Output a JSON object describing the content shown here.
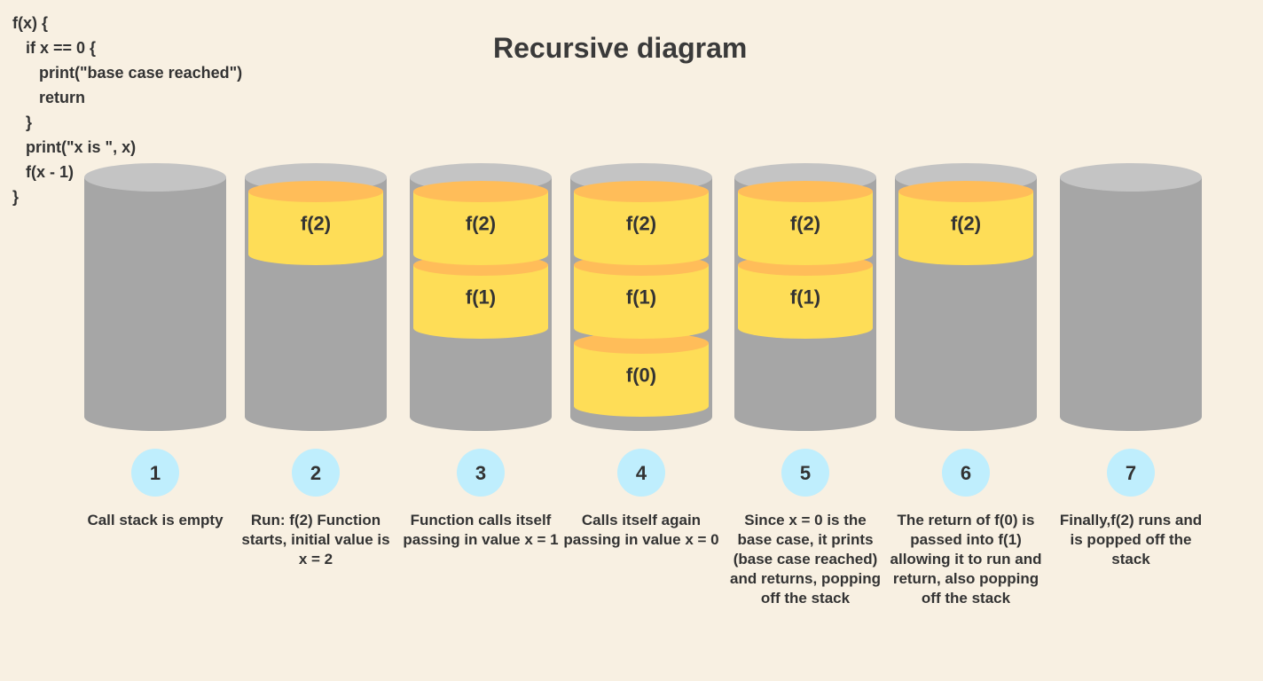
{
  "title": "Recursive diagram",
  "code_lines": [
    "f(x) {",
    "   if x == 0 {",
    "      print(\"base case reached\")",
    "      return",
    "   }",
    "   print(\"x is \", x)",
    "   f(x - 1)",
    "}"
  ],
  "colors": {
    "background": "#f8f0e2",
    "stack_body": "#a6a6a6",
    "stack_top": "#c4c4c4",
    "frame_body": "#fedd57",
    "frame_top": "#ffbd59",
    "step_circle": "#bfeefd"
  },
  "steps": [
    {
      "number": "1",
      "frames": [],
      "description": "Call stack is empty"
    },
    {
      "number": "2",
      "frames": [
        "f(2)"
      ],
      "description": "Run: f(2) Function starts, initial value is x = 2"
    },
    {
      "number": "3",
      "frames": [
        "f(2)",
        "f(1)"
      ],
      "description": "Function calls itself passing in value x = 1"
    },
    {
      "number": "4",
      "frames": [
        "f(2)",
        "f(1)",
        "f(0)"
      ],
      "description": "Calls itself again passing in value x = 0"
    },
    {
      "number": "5",
      "frames": [
        "f(2)",
        "f(1)"
      ],
      "description": "Since x = 0 is the base case, it prints (base case reached) and returns, popping off the stack"
    },
    {
      "number": "6",
      "frames": [
        "f(2)"
      ],
      "description": "The return of f(0) is passed into f(1) allowing it to run and return, also popping off the stack"
    },
    {
      "number": "7",
      "frames": [],
      "description": "Finally,f(2) runs and is popped off the stack"
    }
  ]
}
